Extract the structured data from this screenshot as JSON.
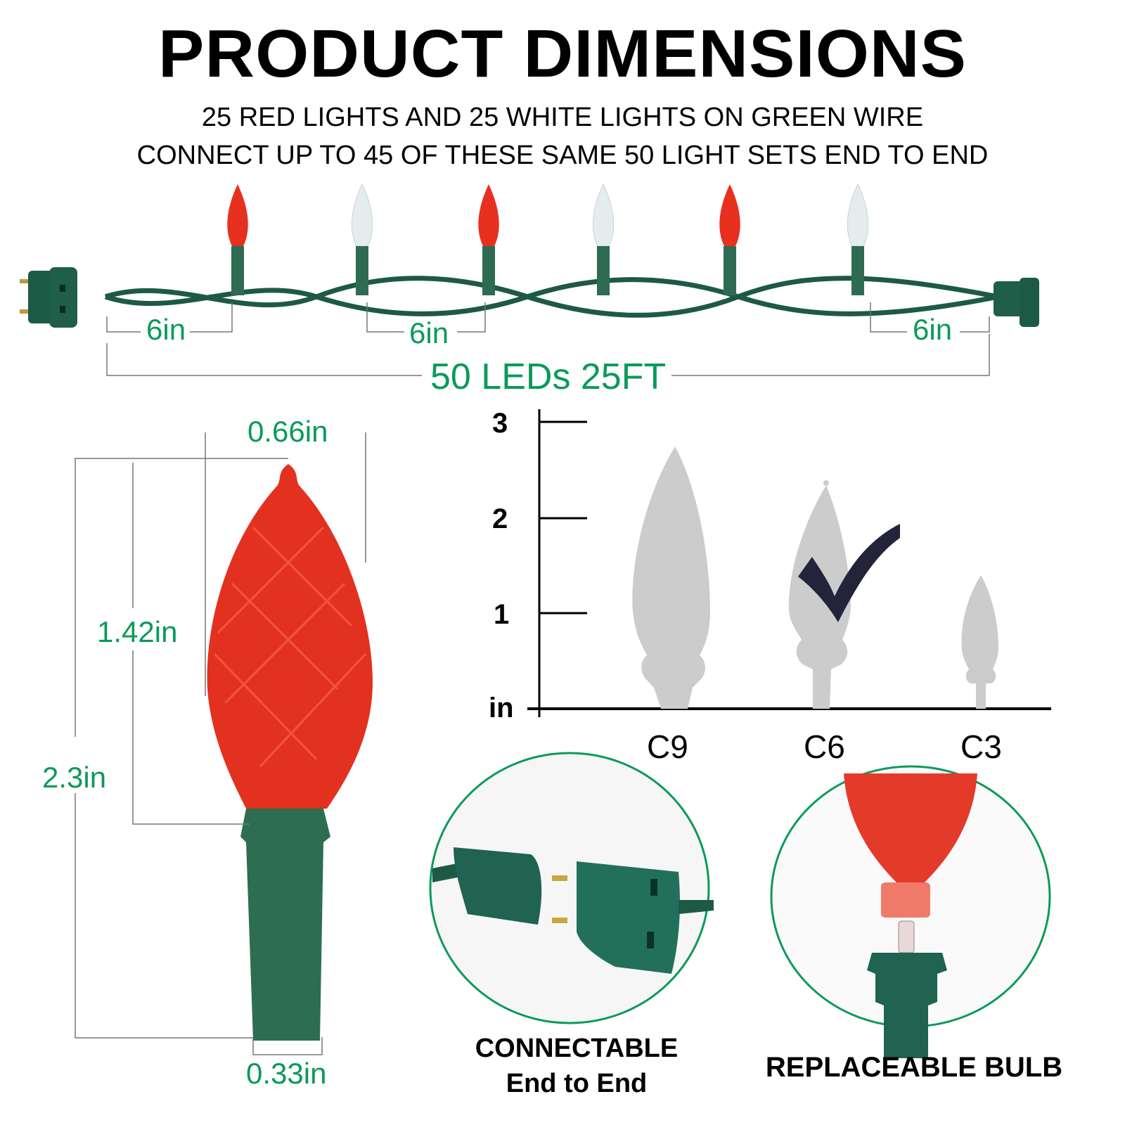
{
  "header": {
    "title": "PRODUCT DIMENSIONS",
    "line1": "25 RED LIGHTS AND 25 WHITE LIGHTS ON GREEN WIRE",
    "line2": "CONNECT UP TO 45 OF THESE SAME 50 LIGHT SETS END TO END"
  },
  "string_diagram": {
    "bulbs": [
      "red",
      "white",
      "red",
      "white",
      "red",
      "white"
    ],
    "spacing_left": "6in",
    "spacing_middle": "6in",
    "spacing_right": "6in",
    "total": "50 LEDs 25FT"
  },
  "bulb_dimensions": {
    "width": "0.66in",
    "bulb_height": "1.42in",
    "total_height": "2.3in",
    "base_width": "0.33in"
  },
  "size_comparison": {
    "axis_unit": "in",
    "ticks": [
      "3",
      "2",
      "1"
    ],
    "categories": [
      "C9",
      "C6",
      "C3"
    ],
    "selected": "C6"
  },
  "features": {
    "connectable_line1": "CONNECTABLE",
    "connectable_line2": "End to End",
    "replaceable": "REPLACEABLE BULB"
  },
  "colors": {
    "accent_green": "#0a9a5a",
    "wire_green": "#1d5a45",
    "bulb_red": "#e8301f",
    "silhouette_gray": "#cccccc",
    "check_navy": "#23233a"
  }
}
